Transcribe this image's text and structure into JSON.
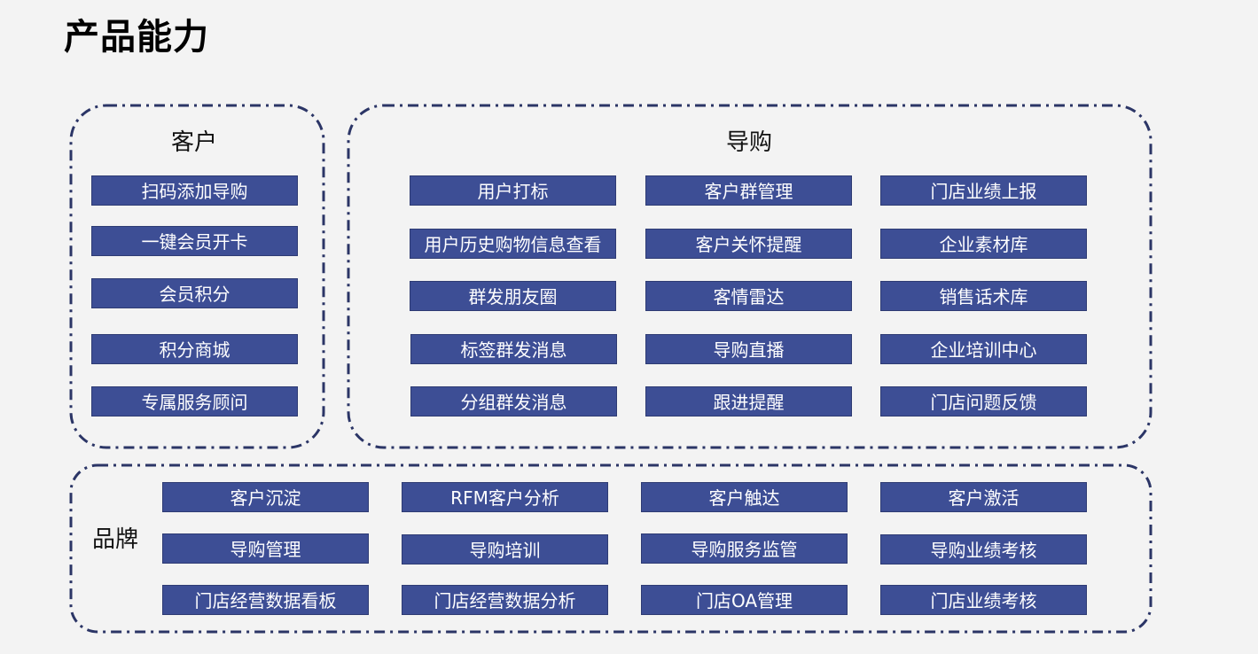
{
  "page_title": "产品能力",
  "groups": {
    "customer": {
      "title": "客户",
      "items": [
        "扫码添加导购",
        "一键会员开卡",
        "会员积分",
        "积分商城",
        "专属服务顾问"
      ]
    },
    "guide": {
      "title": "导购",
      "columns": [
        [
          "用户打标",
          "用户历史购物信息查看",
          "群发朋友圈",
          "标签群发消息",
          "分组群发消息"
        ],
        [
          "客户群管理",
          "客户关怀提醒",
          "客情雷达",
          "导购直播",
          "跟进提醒"
        ],
        [
          "门店业绩上报",
          "企业素材库",
          "销售话术库",
          "企业培训中心",
          "门店问题反馈"
        ]
      ]
    },
    "brand": {
      "title": "品牌",
      "rows": [
        [
          "客户沉淀",
          "RFM客户分析",
          "客户触达",
          "客户激活"
        ],
        [
          "导购管理",
          "导购培训",
          "导购服务监管",
          "导购业绩考核"
        ],
        [
          "门店经营数据看板",
          "门店经营数据分析",
          "门店OA管理",
          "门店业绩考核"
        ]
      ]
    }
  },
  "colors": {
    "box_fill": "#3d4e95",
    "frame_stroke": "#2b3566",
    "background": "#f3f3f3"
  }
}
